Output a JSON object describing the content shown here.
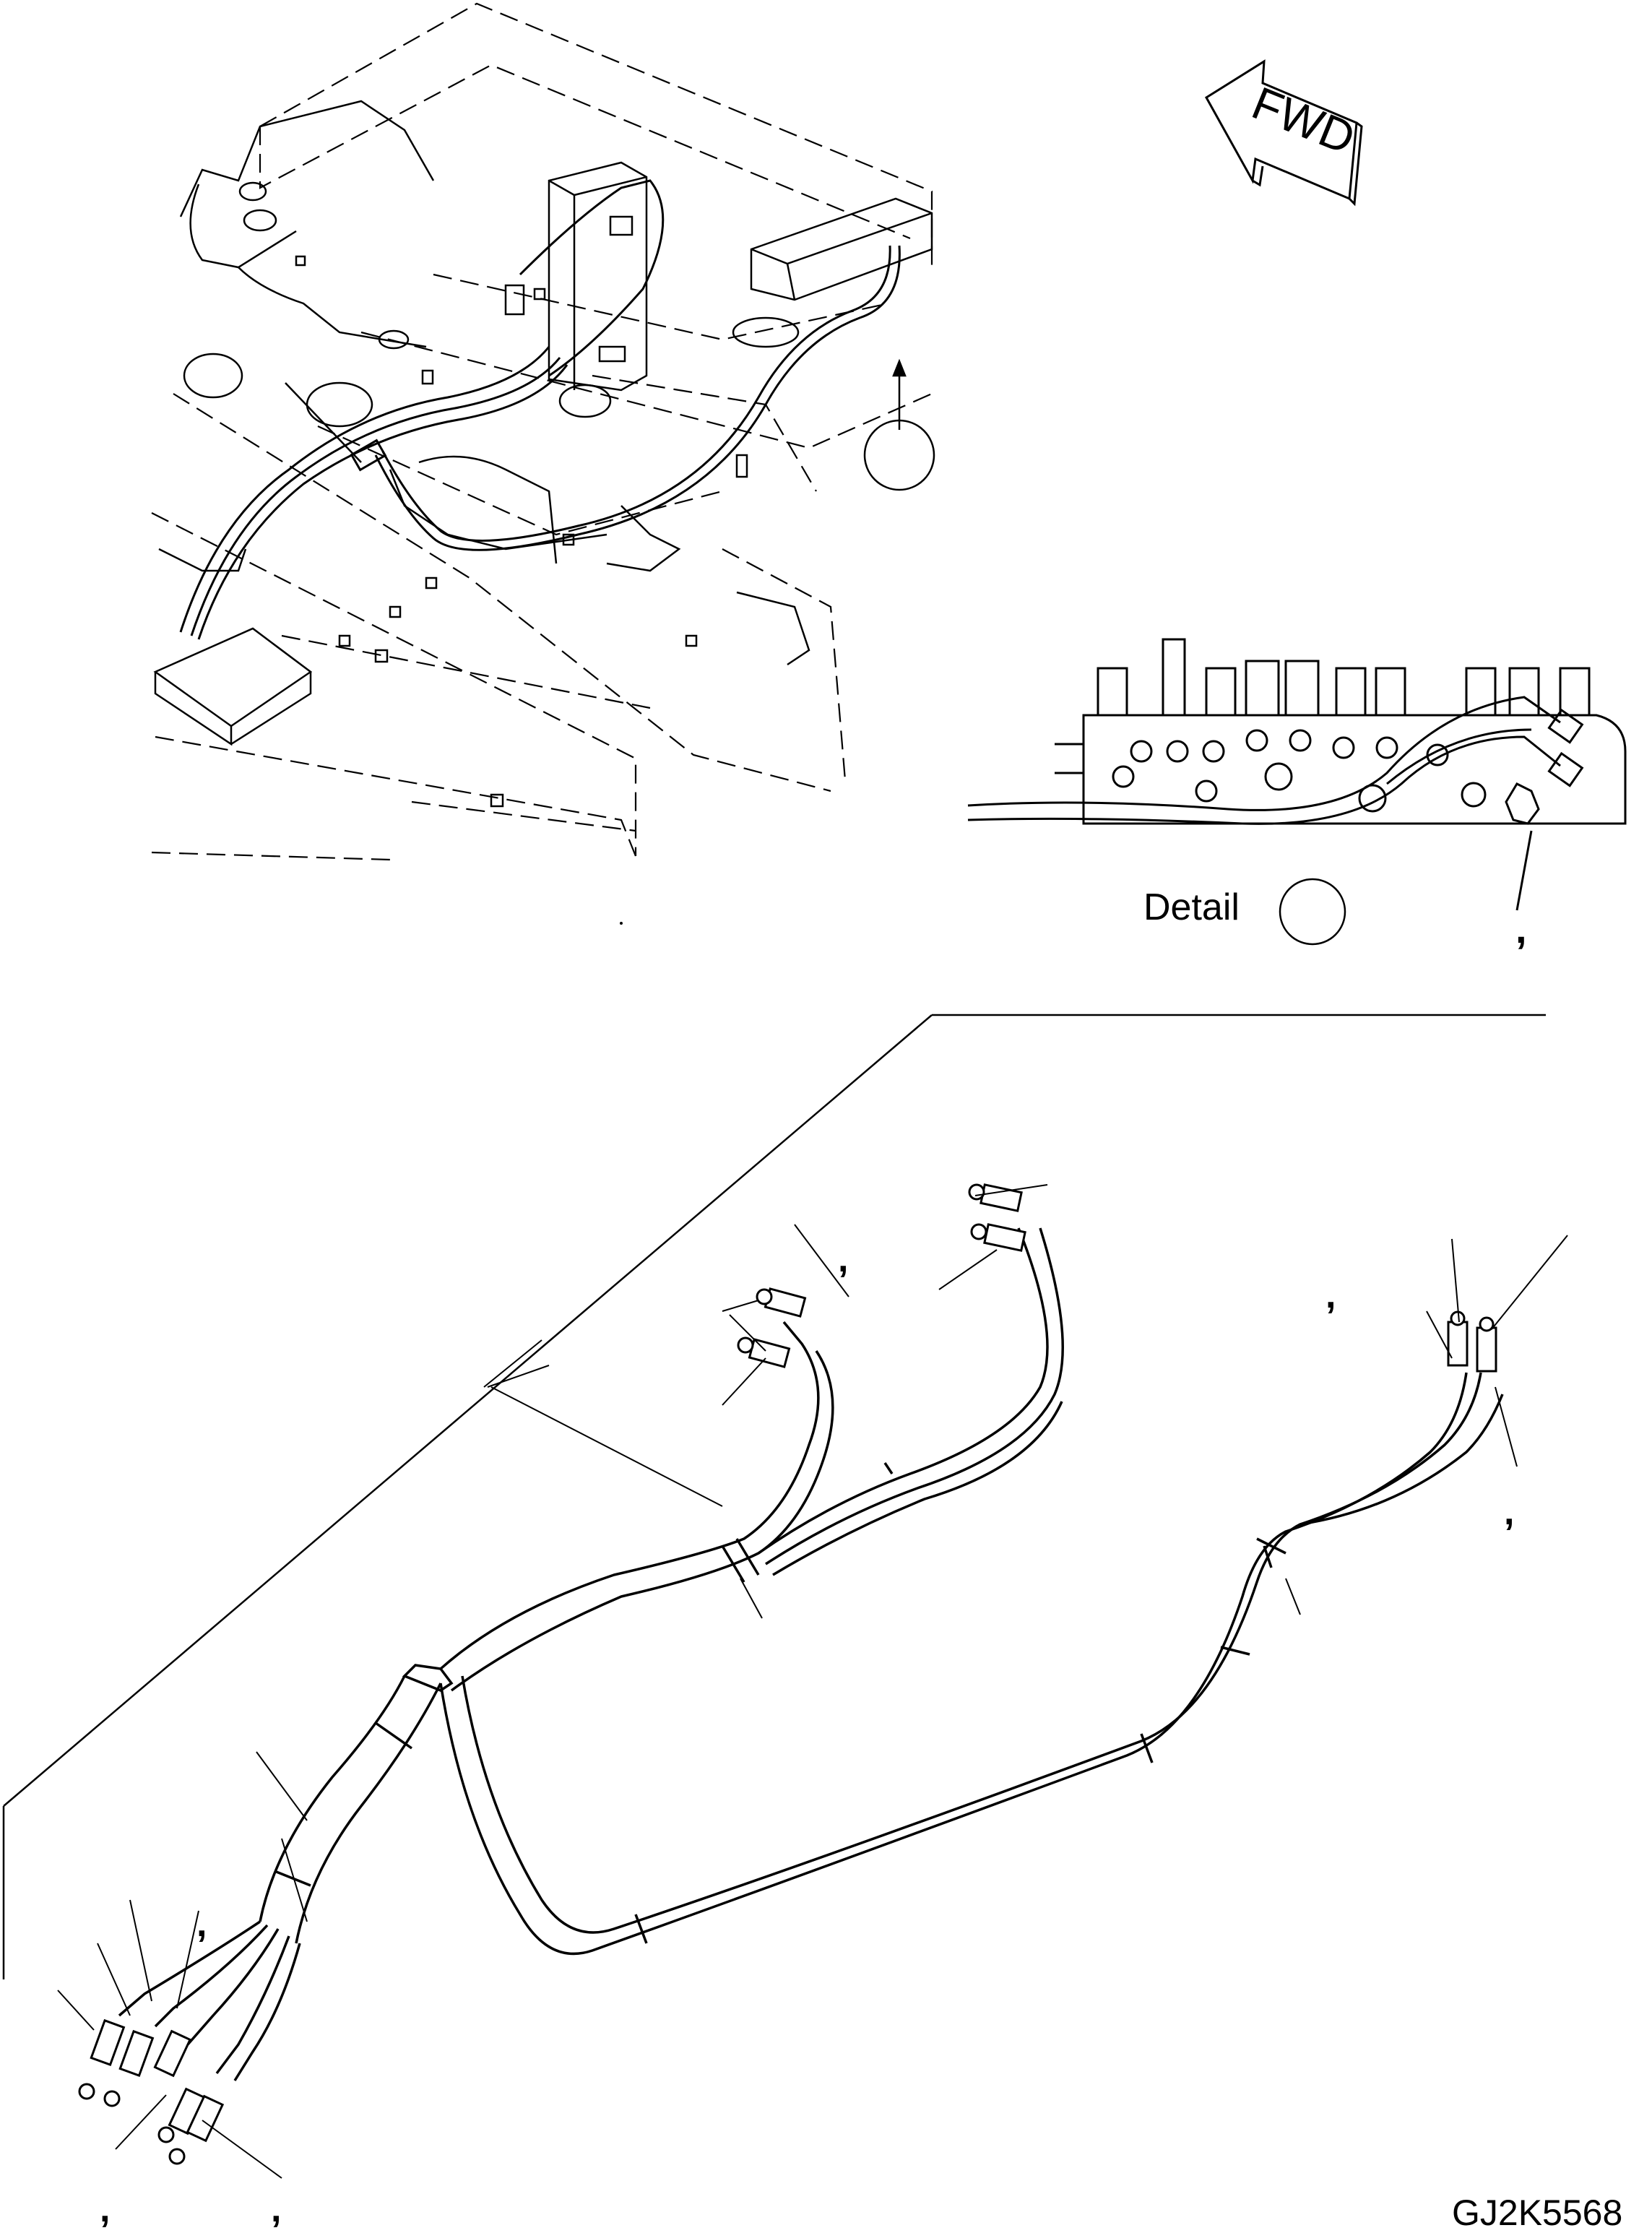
{
  "diagram": {
    "fwd_label": "FWD",
    "detail_label": "Detail",
    "drawing_number": "GJ2K5568",
    "separators": [
      ",",
      ",",
      ",",
      ",",
      ",",
      ",",
      ","
    ]
  },
  "colors": {
    "line": "#000000",
    "background": "#ffffff",
    "hidden_line": "#000000"
  }
}
